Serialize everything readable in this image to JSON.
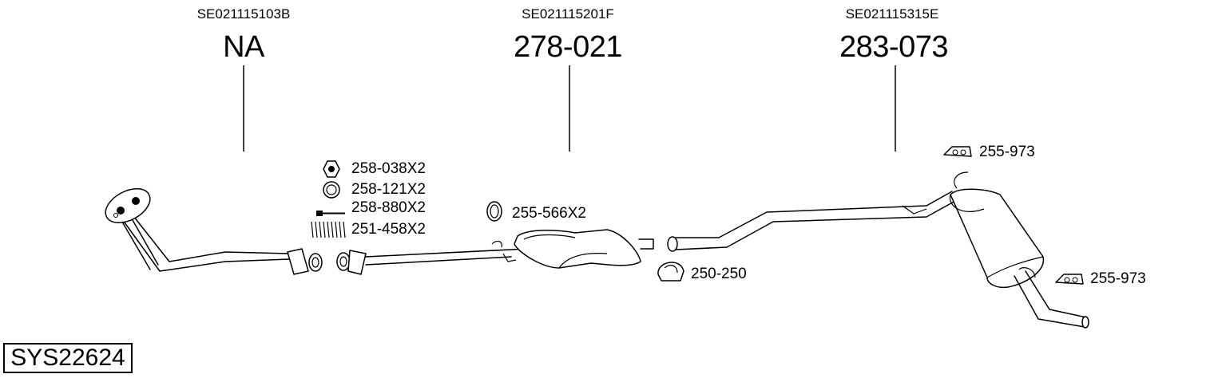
{
  "system_code": "SYS22624",
  "sections": [
    {
      "oe_number": "SE021115103B",
      "part_number": "NA"
    },
    {
      "oe_number": "SE021115201F",
      "part_number": "278-021"
    },
    {
      "oe_number": "SE021115315E",
      "part_number": "283-073"
    }
  ],
  "accessories": [
    {
      "code": "258-038X2",
      "icon": "nut-icon"
    },
    {
      "code": "258-121X2",
      "icon": "gasket-ring-icon"
    },
    {
      "code": "258-880X2",
      "icon": "bolt-icon"
    },
    {
      "code": "251-458X2",
      "icon": "spring-icon"
    },
    {
      "code": "255-566X2",
      "icon": "sealing-ring-icon"
    },
    {
      "code": "250-250",
      "icon": "clamp-icon"
    },
    {
      "code": "255-973",
      "icon": "rubber-mount-icon"
    },
    {
      "code": "255-973",
      "icon": "rubber-mount-icon"
    }
  ]
}
